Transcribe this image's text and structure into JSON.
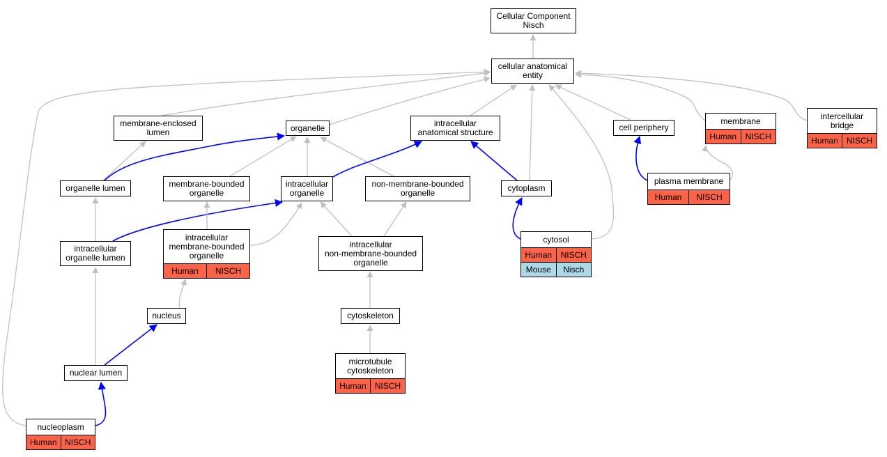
{
  "colors": {
    "is_a_edge": "#c0c0c0",
    "part_of_edge": "#0000ff",
    "human_row": "#ff6347",
    "mouse_row": "#add8e6"
  },
  "nodes": {
    "root": {
      "label": "Cellular Component\nNisch"
    },
    "cae": {
      "label": "cellular anatomical\nentity"
    },
    "mel": {
      "label": "membrane-enclosed\nlumen"
    },
    "organelle": {
      "label": "organelle"
    },
    "ias": {
      "label": "intracellular\nanatomical structure"
    },
    "periphery": {
      "label": "cell periphery"
    },
    "membrane": {
      "label": "membrane",
      "annotations": [
        [
          "Human",
          "NISCH"
        ]
      ]
    },
    "bridge": {
      "label": "intercellular\nbridge",
      "annotations": [
        [
          "Human",
          "NISCH"
        ]
      ]
    },
    "olumen": {
      "label": "organelle lumen"
    },
    "mbo": {
      "label": "membrane-bounded\norganelle"
    },
    "io": {
      "label": "intracellular\norganelle"
    },
    "nmbo": {
      "label": "non-membrane-bounded\norganelle"
    },
    "cytoplasm": {
      "label": "cytoplasm"
    },
    "pm": {
      "label": "plasma membrane",
      "annotations": [
        [
          "Human",
          "NISCH"
        ]
      ]
    },
    "iolumen": {
      "label": "intracellular\norganelle lumen"
    },
    "imbo": {
      "label": "intracellular\nmembrane-bounded\norganelle",
      "annotations": [
        [
          "Human",
          "NISCH"
        ]
      ]
    },
    "inmbo": {
      "label": "intracellular\nnon-membrane-bounded\norganelle"
    },
    "cytosol": {
      "label": "cytosol",
      "annotations": [
        [
          "Human",
          "NISCH"
        ],
        [
          "Mouse",
          "Nisch"
        ]
      ]
    },
    "nucleus": {
      "label": "nucleus"
    },
    "cytoskeleton": {
      "label": "cytoskeleton"
    },
    "nlumen": {
      "label": "nuclear lumen"
    },
    "mtcs": {
      "label": "microtubule\ncytoskeleton",
      "annotations": [
        [
          "Human",
          "NISCH"
        ]
      ]
    },
    "nucleoplasm": {
      "label": "nucleoplasm",
      "annotations": [
        [
          "Human",
          "NISCH"
        ]
      ]
    }
  },
  "edges": [
    {
      "from": "cae",
      "to": "root",
      "type": "is_a"
    },
    {
      "from": "mel",
      "to": "cae",
      "type": "is_a"
    },
    {
      "from": "organelle",
      "to": "cae",
      "type": "is_a"
    },
    {
      "from": "ias",
      "to": "cae",
      "type": "is_a"
    },
    {
      "from": "periphery",
      "to": "cae",
      "type": "is_a"
    },
    {
      "from": "membrane",
      "to": "cae",
      "type": "is_a"
    },
    {
      "from": "bridge",
      "to": "cae",
      "type": "is_a"
    },
    {
      "from": "cytoplasm",
      "to": "cae",
      "type": "is_a"
    },
    {
      "from": "cytosol",
      "to": "cae",
      "type": "is_a"
    },
    {
      "from": "nucleoplasm",
      "to": "cae",
      "type": "is_a"
    },
    {
      "from": "olumen",
      "to": "mel",
      "type": "is_a"
    },
    {
      "from": "olumen",
      "to": "organelle",
      "type": "part_of"
    },
    {
      "from": "mbo",
      "to": "organelle",
      "type": "is_a"
    },
    {
      "from": "io",
      "to": "organelle",
      "type": "is_a"
    },
    {
      "from": "nmbo",
      "to": "organelle",
      "type": "is_a"
    },
    {
      "from": "io",
      "to": "ias",
      "type": "part_of"
    },
    {
      "from": "cytoplasm",
      "to": "ias",
      "type": "part_of"
    },
    {
      "from": "pm",
      "to": "periphery",
      "type": "part_of"
    },
    {
      "from": "pm",
      "to": "membrane",
      "type": "is_a"
    },
    {
      "from": "iolumen",
      "to": "olumen",
      "type": "is_a"
    },
    {
      "from": "iolumen",
      "to": "io",
      "type": "part_of"
    },
    {
      "from": "imbo",
      "to": "mbo",
      "type": "is_a"
    },
    {
      "from": "imbo",
      "to": "io",
      "type": "is_a"
    },
    {
      "from": "inmbo",
      "to": "io",
      "type": "is_a"
    },
    {
      "from": "inmbo",
      "to": "nmbo",
      "type": "is_a"
    },
    {
      "from": "cytosol",
      "to": "cytoplasm",
      "type": "part_of"
    },
    {
      "from": "nucleus",
      "to": "imbo",
      "type": "is_a"
    },
    {
      "from": "cytoskeleton",
      "to": "inmbo",
      "type": "is_a"
    },
    {
      "from": "nlumen",
      "to": "iolumen",
      "type": "is_a"
    },
    {
      "from": "nlumen",
      "to": "nucleus",
      "type": "part_of"
    },
    {
      "from": "mtcs",
      "to": "cytoskeleton",
      "type": "is_a"
    },
    {
      "from": "nucleoplasm",
      "to": "nlumen",
      "type": "part_of"
    }
  ]
}
